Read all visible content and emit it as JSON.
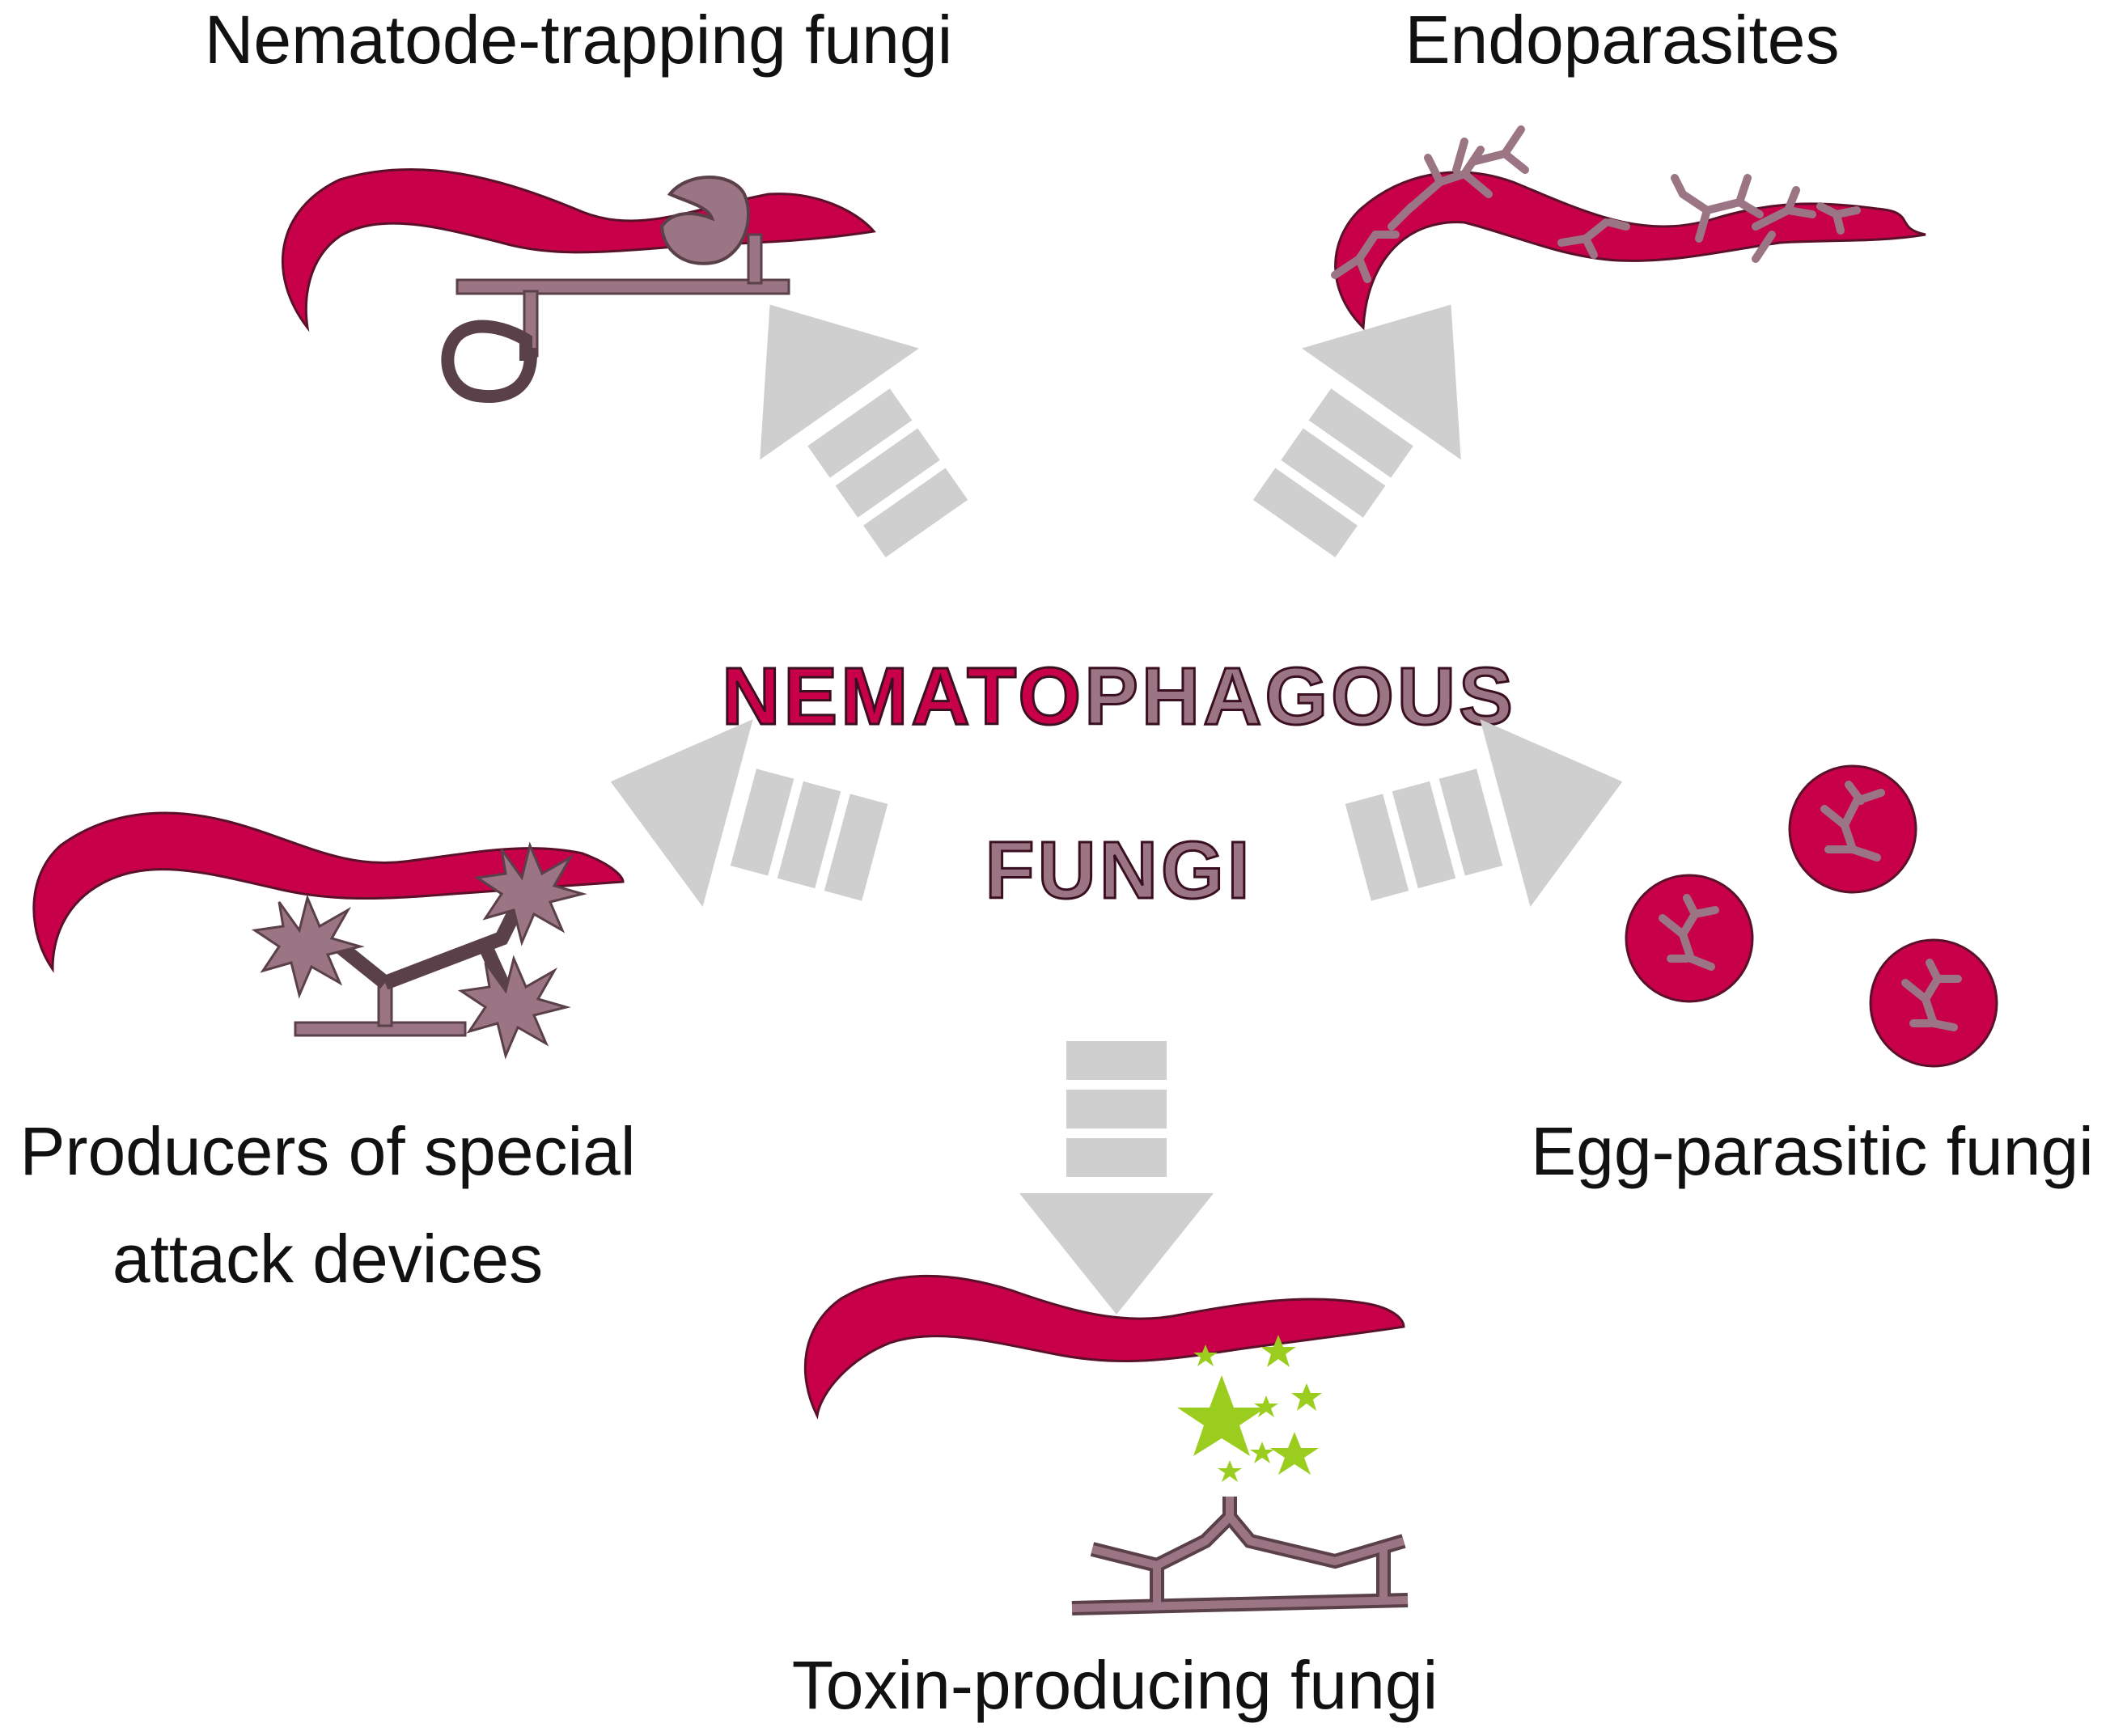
{
  "title": {
    "word1_part1": "NEMATO",
    "word1_part2": "PHAGOUS",
    "word2": "FUNGI"
  },
  "categories": {
    "trapping": "Nematode-trapping fungi",
    "endoparasites": "Endoparasites",
    "attack_line1": "Producers of special",
    "attack_line2": "attack devices",
    "egg": "Egg-parasitic fungi",
    "toxin": "Toxin-producing fungi"
  },
  "colors": {
    "nematode": "#c8004a",
    "hyphae": "#9b7583",
    "hyphae_outline": "#5a4048",
    "arrow": "#cfcfcf",
    "toxin": "#9acd1e",
    "text": "#111111"
  }
}
